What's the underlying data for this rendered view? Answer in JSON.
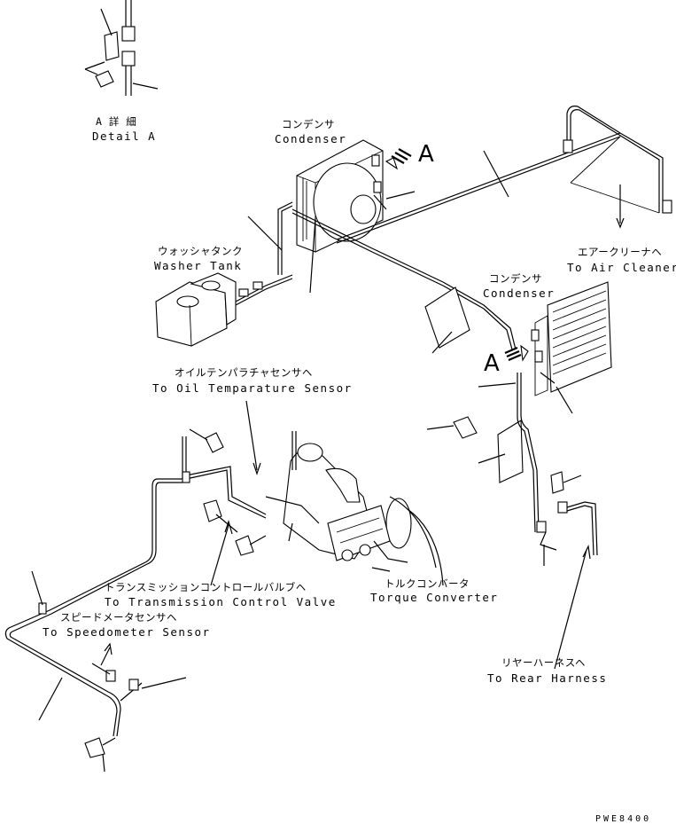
{
  "labels": {
    "detail_jp": "A 詳 細",
    "detail_en": "Detail A",
    "condenser_top_jp": "コンデンサ",
    "condenser_top_en": "Condenser",
    "condenser_right_jp": "コンデンサ",
    "condenser_right_en": "Condenser",
    "view_marker_top": "A",
    "view_marker_right": "A",
    "air_cleaner_jp": "エアークリーナヘ",
    "air_cleaner_en": "To Air Cleaner",
    "washer_tank_jp": "ウォッシャタンク",
    "washer_tank_en": "Washer Tank",
    "oil_temp_jp": "オイルテンパラチャセンサヘ",
    "oil_temp_en": "To Oil Temparature Sensor",
    "transmission_jp": "トランスミッションコントロールバルブヘ",
    "transmission_en": "To Transmission Control Valve",
    "torque_jp": "トルクコンバータ",
    "torque_en": "Torque Converter",
    "speedometer_jp": "スピードメータセンサヘ",
    "speedometer_en": "To Speedometer Sensor",
    "rear_harness_jp": "リヤーハーネスヘ",
    "rear_harness_en": "To Rear Harness",
    "drawing_code": "PWE8400"
  },
  "icons": {
    "view_arrow": "hatched-view-arrow-icon",
    "bolt": "bolt-icon",
    "clamp": "harness-clamp-icon",
    "connector": "connector-icon"
  },
  "colors": {
    "ink": "#000000",
    "paper": "#ffffff"
  }
}
